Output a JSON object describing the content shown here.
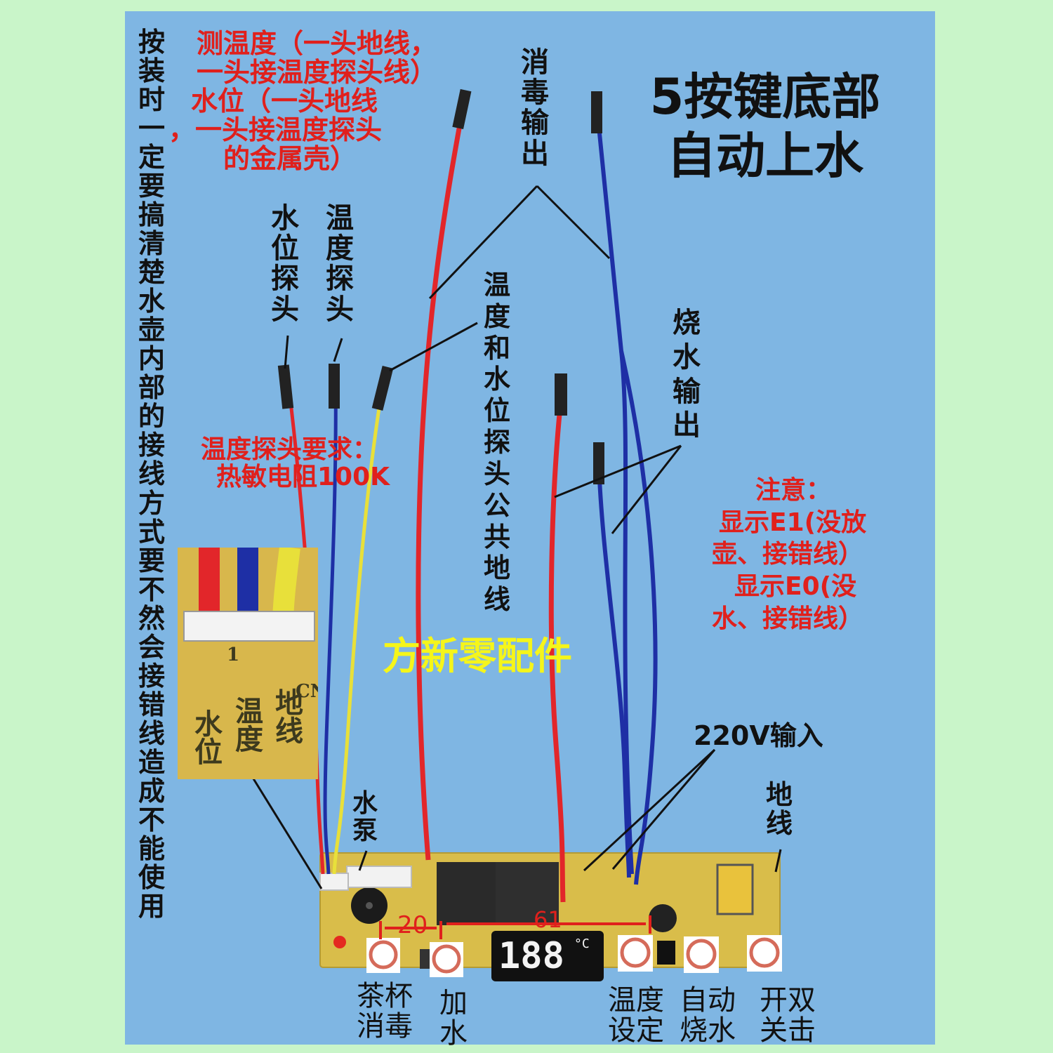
{
  "title": {
    "line1": "5按键底部",
    "line2": "自动上水"
  },
  "left_note": "按装时一定要搞清楚水壶内部的接线方式要不然会接错线造成不能使用",
  "probe_notes": {
    "line1": "测温度（一头地线，",
    "line2": "一头接温度探头线）",
    "line3": "水位（一头地线",
    "line4": "，一头接温度探头",
    "line5": "的金属壳）"
  },
  "temp_probe_requirement": {
    "line1": "温度探头要求：",
    "line2": "热敏电阻100K"
  },
  "attention": {
    "line1": "注意：",
    "line2": "显示E1(没放",
    "line3": "壶、接错线）",
    "line4": "显示E0(没",
    "line5": "水、接错线）"
  },
  "labels": {
    "water_level_probe": "水位探头",
    "temp_probe": "温度探头",
    "disinfect_output": "消毒输出",
    "common_ground": "温度和水位探头公共地线",
    "boil_output": "烧水输出",
    "input_220v": "220V输入",
    "ground": "地线",
    "pump": "水泵"
  },
  "buttons": {
    "tea_cup": {
      "line1": "茶杯",
      "line2": "消毒"
    },
    "add_water": {
      "line1": "加",
      "line2": "水"
    },
    "temp_set": {
      "line1": "温度",
      "line2": "设定"
    },
    "auto_boil": {
      "line1": "自动",
      "line2": "烧水"
    },
    "power": {
      "line1": "开双",
      "line2": "关击"
    }
  },
  "dimensions": {
    "spacing_a": "20",
    "spacing_b": "61"
  },
  "brand": "方新零配件",
  "inset_silkscreen": {
    "col1": "水位",
    "col2": "温度",
    "col3": "地线",
    "conn_num": "1",
    "cn": "CN"
  },
  "display": {
    "digits": "188",
    "unit": "°C"
  },
  "colors": {
    "wire_red": "#e2262a",
    "wire_blue": "#1e2fa5",
    "wire_yellow": "#e8e03a",
    "pcb": "#d9bd4a",
    "label_red": "#e0201c",
    "brand_yellow": "#f5f51a",
    "background": "#7fb6e3"
  }
}
